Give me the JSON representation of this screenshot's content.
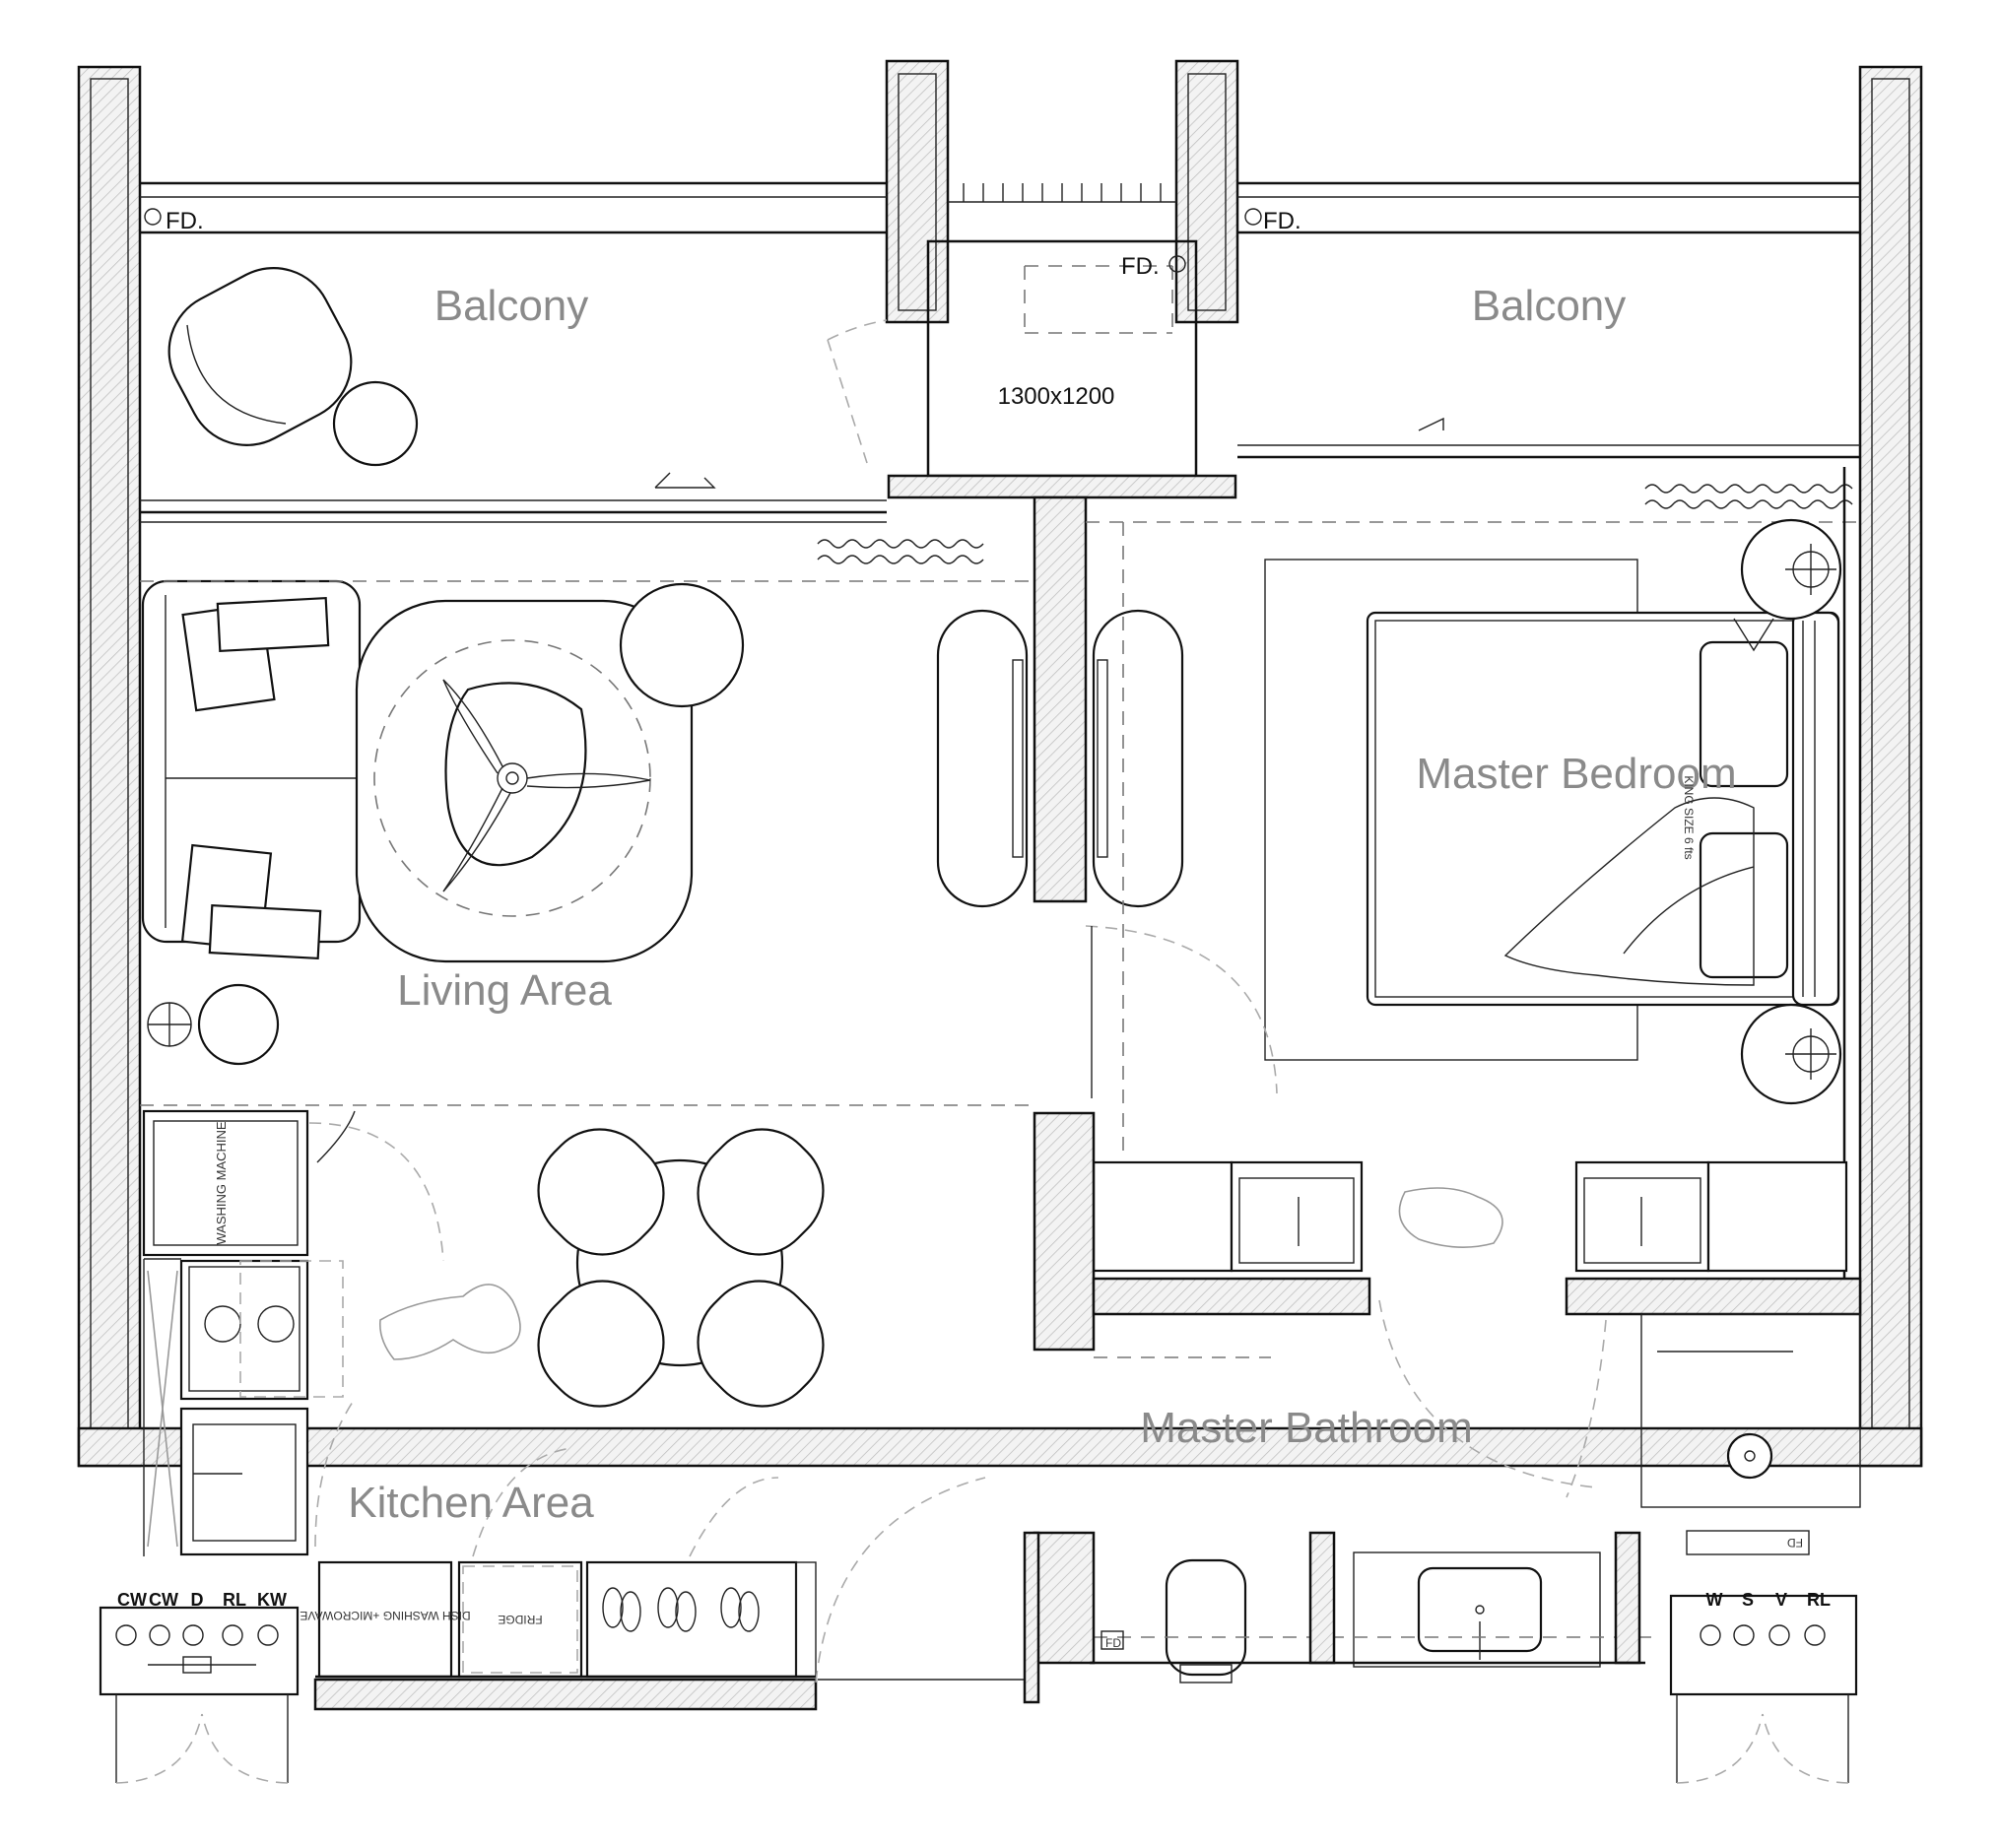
{
  "labels": {
    "balcony_left": "Balcony",
    "balcony_right": "Balcony",
    "living_area": "Living Area",
    "master_bedroom": "Master Bedroom",
    "master_bathroom": "Master Bathroom",
    "kitchen_area": "Kitchen Area",
    "shaft_size": "1300x1200",
    "fd_left": "FD.",
    "fd_right": "FD.",
    "fd_shaft": "FD.",
    "fd_bath": "FD",
    "fd_shower": "FD",
    "washing_machine": "WASHING MACHINE",
    "dish_washing": "DISH WASHING +MICROWAVE",
    "fridge": "FRIDGE",
    "bed_size": "KING SIZE 6 fts"
  },
  "valves_left": [
    "CW",
    "CW",
    "D",
    "RL",
    "KW"
  ],
  "valves_right": [
    "W",
    "S",
    "V",
    "RL"
  ],
  "colors": {
    "line": "#111111",
    "label": "#8a8a8a",
    "dashed": "#777777"
  }
}
